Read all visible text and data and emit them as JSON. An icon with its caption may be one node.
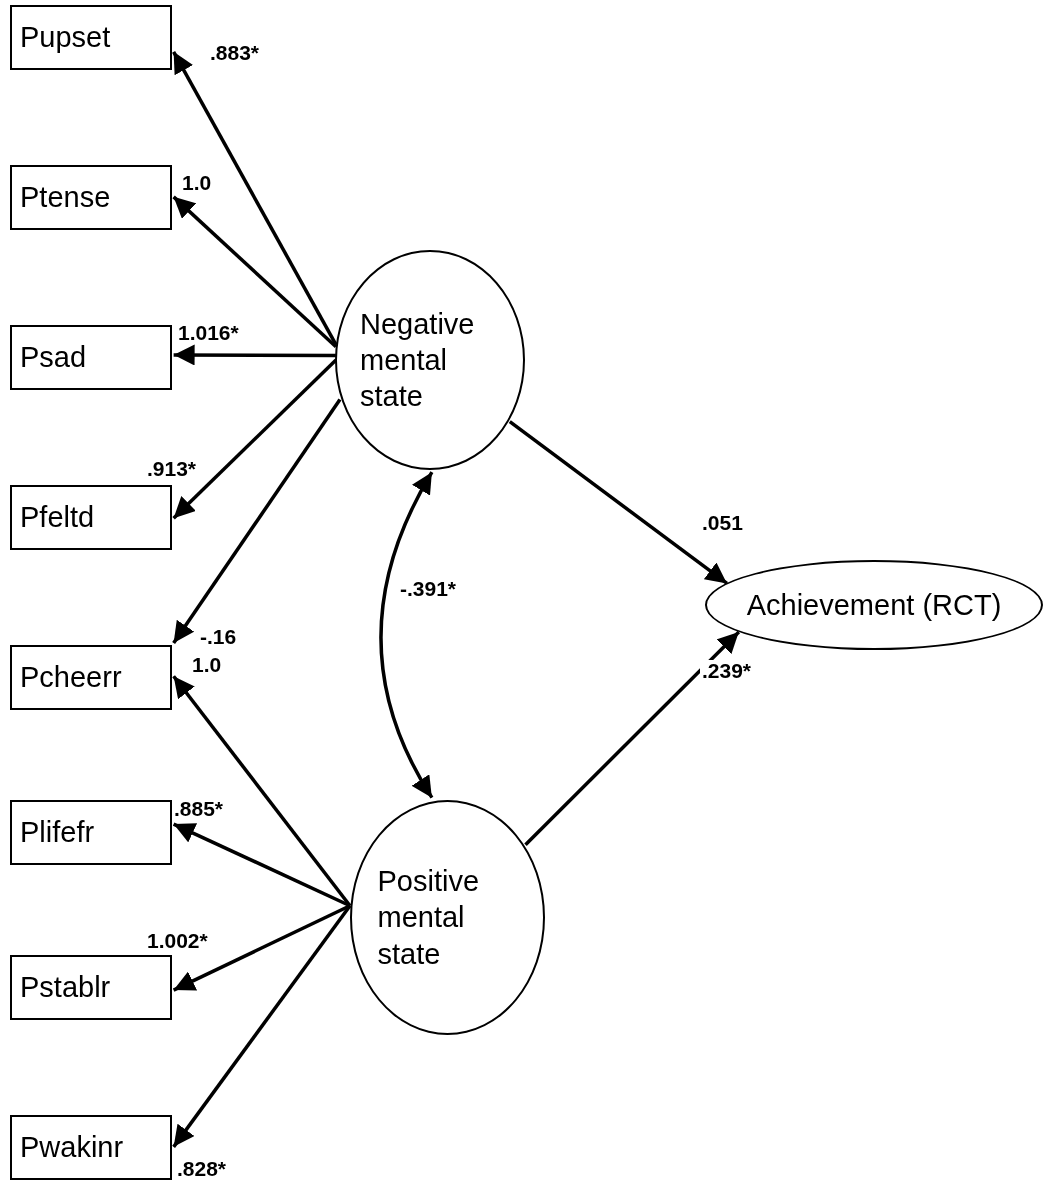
{
  "diagram": {
    "nodes": [
      {
        "text": [
          "Pupset"
        ]
      },
      {
        "text": [
          "Ptense"
        ]
      },
      {
        "text": [
          "Psad"
        ]
      },
      {
        "text": [
          "Pfeltd"
        ]
      },
      {
        "text": [
          "Pcheerr"
        ]
      },
      {
        "text": [
          "Plifefr"
        ]
      },
      {
        "text": [
          "Pstablr"
        ]
      },
      {
        "text": [
          "Pwakinr"
        ]
      },
      {
        "text": [
          "Negative mental state"
        ]
      },
      {
        "text": [
          "Positive mental state"
        ]
      },
      {
        "text": [
          "Achievement (RCT)"
        ]
      }
    ],
    "edges": [
      {
        "from": 8,
        "to": 0,
        "arrow": "to",
        "label": ".883*"
      },
      {
        "from": 8,
        "to": 1,
        "arrow": "to",
        "label": "1.0"
      },
      {
        "from": 8,
        "to": 2,
        "arrow": "to",
        "label": "1.016*"
      },
      {
        "from": 8,
        "to": 3,
        "arrow": "to",
        "label": ".913*"
      },
      {
        "from": 8,
        "to": 4,
        "arrow": "to",
        "label": "-.16"
      },
      {
        "from": 9,
        "to": 4,
        "arrow": "to",
        "label": "1.0"
      },
      {
        "from": 9,
        "to": 5,
        "arrow": "to",
        "label": ".885*"
      },
      {
        "from": 9,
        "to": 6,
        "arrow": "to",
        "label": "1.002*"
      },
      {
        "from": 9,
        "to": 7,
        "arrow": "to",
        "label": ".828*"
      },
      {
        "from": 8,
        "to": 10,
        "arrow": "to",
        "label": ".051"
      },
      {
        "from": 9,
        "to": 10,
        "arrow": "to",
        "label": ".239*"
      },
      {
        "from": 8,
        "to": 9,
        "arrow": "both",
        "label": "-.391*"
      }
    ]
  }
}
